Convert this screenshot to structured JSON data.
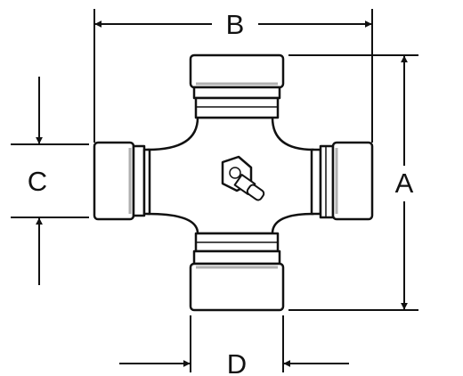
{
  "labels": {
    "a": "A",
    "b": "B",
    "c": "C",
    "d": "D"
  },
  "colors": {
    "line": "#111111",
    "shading": "#b0b0b0",
    "background": "#ffffff"
  }
}
